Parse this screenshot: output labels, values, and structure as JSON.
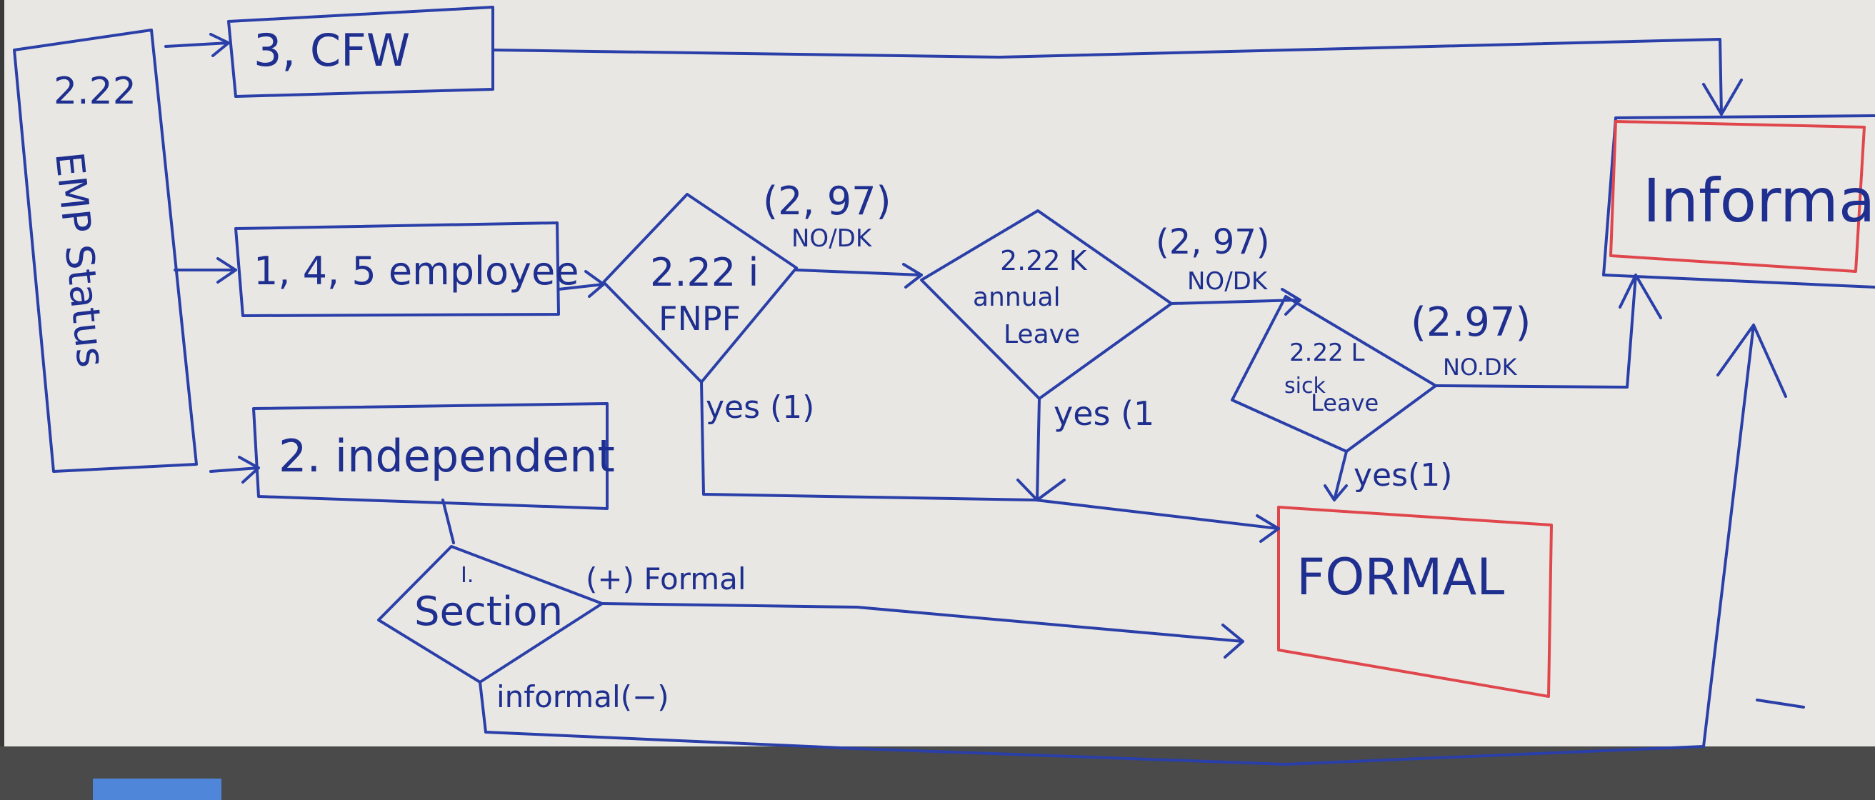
{
  "colors": {
    "ink_blue": "#2a3fa8",
    "ink_red": "#e0474c",
    "board": "#e9e8e5",
    "frame": "#3a3a3a"
  },
  "diagram": {
    "emp_box": {
      "line1": "2.22",
      "line2": "EMP Status"
    },
    "cfw": "3, CFW",
    "employee": "1, 4, 5  employee",
    "independent": "2. independent",
    "fnpf": {
      "line1": "2.22 i",
      "line2": "FNPF"
    },
    "annual": {
      "line1": "2.22 K",
      "line2": "annual",
      "line3": "Leave"
    },
    "sick": {
      "line1": "2.22 L",
      "line2": "sick",
      "line3": "Leave"
    },
    "section": {
      "roman": "I.",
      "label": "Section"
    },
    "informal": "Informal",
    "formal": "FORMAL",
    "labels": {
      "fnpf_code": "(2, 97)",
      "fnpf_no": "NO/DK",
      "fnpf_yes": "yes (1)",
      "annual_code": "(2, 97)",
      "annual_no": "NO/DK",
      "annual_yes": "yes (1",
      "sick_code": "(2.97)",
      "sick_no": "NO.DK",
      "sick_yes": "yes(1)",
      "section_formal": "(+) Formal",
      "section_informal": "informal(−)"
    }
  }
}
